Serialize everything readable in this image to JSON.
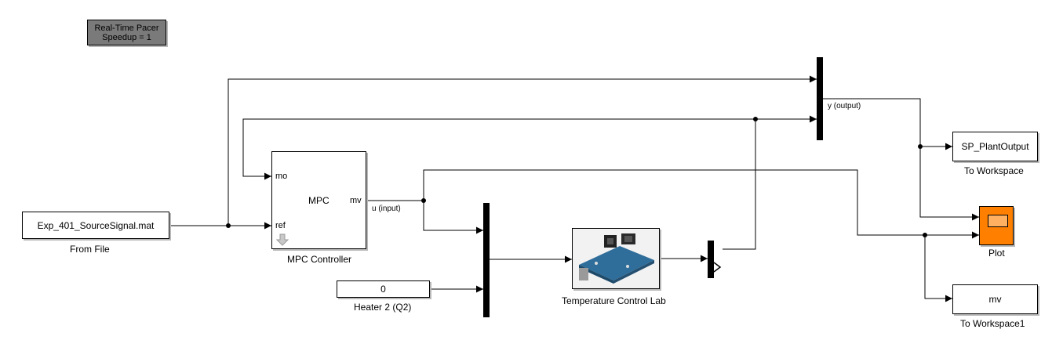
{
  "pacer": {
    "line1": "Real-Time Pacer",
    "line2": "Speedup = 1"
  },
  "from_file": {
    "value": "Exp_401_SourceSignal.mat",
    "caption": "From File"
  },
  "mpc": {
    "title": "MPC",
    "port_mo": "mo",
    "port_ref": "ref",
    "port_mv": "mv",
    "caption": "MPC Controller"
  },
  "signals": {
    "u_input": "u (input)",
    "y_output": "y (output)"
  },
  "heater": {
    "value": "0",
    "caption": "Heater 2 (Q2)"
  },
  "tclab": {
    "caption": "Temperature Control Lab",
    "image": "arduino-temperature-control-lab-board"
  },
  "to_workspace": {
    "value": "SP_PlantOutput",
    "caption": "To Workspace"
  },
  "to_workspace1": {
    "value": "mv",
    "caption": "To Workspace1"
  },
  "scope": {
    "caption": "Plot",
    "color": "#ff8000"
  }
}
